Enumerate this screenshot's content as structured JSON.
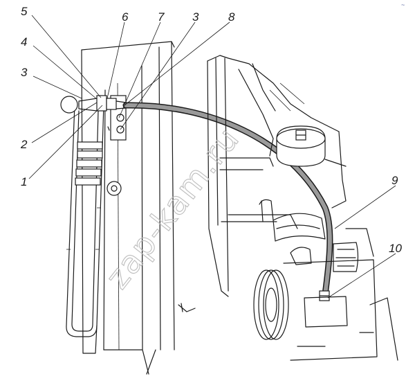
{
  "diagram": {
    "callouts": [
      "1",
      "2",
      "3",
      "4",
      "5",
      "6",
      "7",
      "3",
      "8",
      "9",
      "10"
    ],
    "watermark": "zap-kam.ru",
    "corner_mark": "~"
  },
  "colors": {
    "ink": "#1a1a1a",
    "watermark": "#bdbdbd",
    "hose": "#8a8a8a"
  }
}
